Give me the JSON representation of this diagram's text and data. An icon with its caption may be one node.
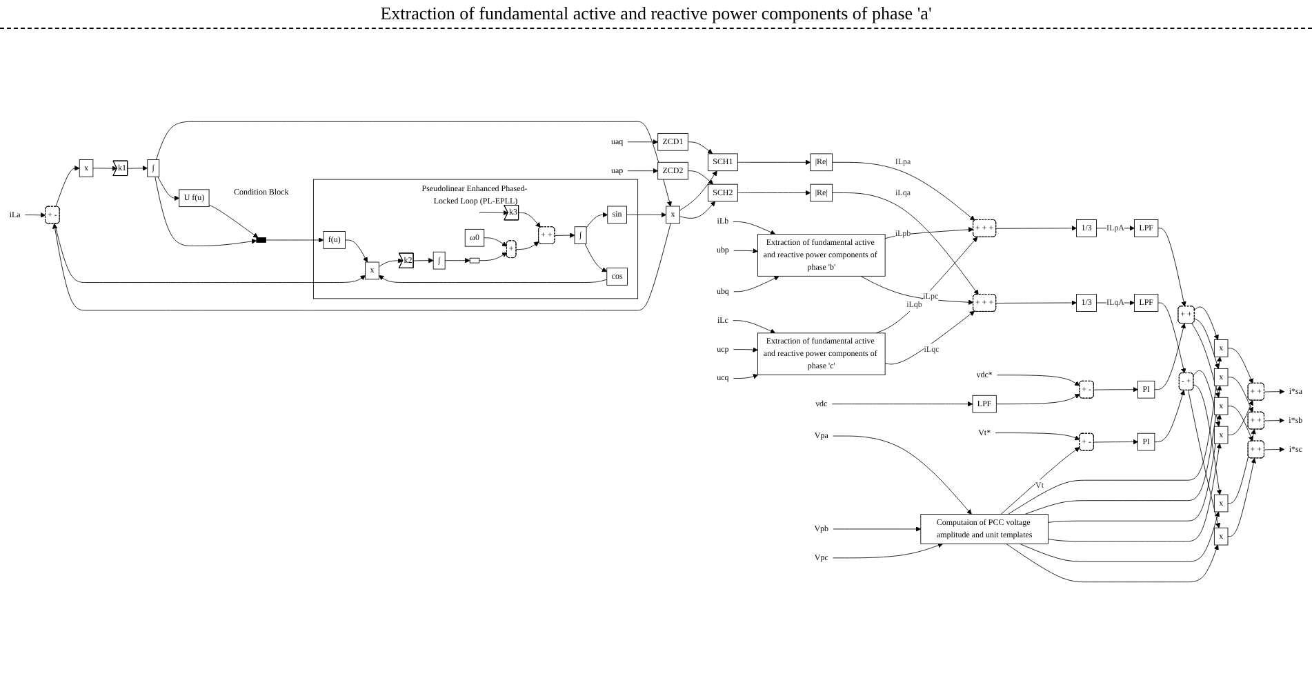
{
  "diagram": {
    "nodes": [
      {
        "text": [
          "iLa"
        ]
      },
      {
        "text": [
          "+",
          "-"
        ]
      },
      {
        "text": [
          "x"
        ]
      },
      {
        "text": [
          "k1"
        ]
      },
      {
        "text": [
          "∫"
        ]
      },
      {
        "text": [
          "x"
        ]
      },
      {
        "text": [
          "U f(u)"
        ],
        "beside": [
          "Condition Block"
        ]
      },
      {
        "text": [],
        "shape": "bar"
      },
      {
        "text": [
          "Pseudolinear Enhanced Phased- Locked Loop (PL-EPLL)"
        ]
      },
      {
        "text": [
          "ω0"
        ],
        "in": 8
      },
      {
        "text": [
          "+"
        ],
        "in": 8
      },
      {
        "text": [
          "+",
          "+"
        ],
        "in": 8
      },
      {
        "text": [
          "f(u)"
        ],
        "in": 8
      },
      {
        "text": [
          "x"
        ],
        "in": 8
      },
      {
        "text": [
          "k2"
        ],
        "in": 8
      },
      {
        "text": [
          "∫"
        ],
        "in": 8
      },
      {
        "text": [],
        "shape": "box",
        "in": 8
      },
      {
        "text": [
          "k3"
        ],
        "in": 8
      },
      {
        "text": [
          "∫"
        ],
        "in": 8
      },
      {
        "text": [
          "sin"
        ],
        "in": 8
      },
      {
        "text": [
          "cos"
        ],
        "in": 8
      },
      {
        "text": [
          "uaq"
        ]
      },
      {
        "text": [
          "ZCD1"
        ]
      },
      {
        "text": [
          "uap"
        ]
      },
      {
        "text": [
          "ZCD2"
        ]
      },
      {
        "text": [
          "SCH1"
        ]
      },
      {
        "text": [
          "|Re|"
        ]
      },
      {
        "text": [
          "SCH2"
        ]
      },
      {
        "text": [
          "|Re|"
        ]
      },
      {
        "text": [
          "iLb"
        ]
      },
      {
        "text": [
          "ubp"
        ]
      },
      {
        "text": [
          "ubq"
        ]
      },
      {
        "text": [
          "Extraction of fundamental active and reactive power components of phase 'b'"
        ]
      },
      {
        "text": [
          "iLc"
        ]
      },
      {
        "text": [
          "ucp"
        ]
      },
      {
        "text": [
          "ucq"
        ]
      },
      {
        "text": [
          "Extraction of fundamental active and reactive power components of phase 'c'"
        ]
      },
      {
        "text": [
          "+",
          "+",
          "+"
        ]
      },
      {
        "text": [
          "+",
          "+",
          "+"
        ]
      },
      {
        "text": [
          "1/3"
        ]
      },
      {
        "text": [
          "LPF"
        ]
      },
      {
        "text": [
          "vdc*"
        ]
      },
      {
        "text": [
          "+",
          "-"
        ]
      },
      {
        "text": [
          "vdc"
        ]
      },
      {
        "text": [
          "LPF"
        ]
      },
      {
        "text": [
          "PI"
        ]
      },
      {
        "text": [
          "+",
          "+"
        ]
      },
      {
        "text": [
          "1/3"
        ]
      },
      {
        "text": [
          "LPF"
        ]
      },
      {
        "text": [
          "Vt*"
        ]
      },
      {
        "text": [
          "+",
          "-"
        ]
      },
      {
        "text": [
          "PI"
        ]
      },
      {
        "text": [
          "-",
          "+"
        ]
      },
      {
        "text": [
          "Vpa"
        ]
      },
      {
        "text": [
          "Vpb"
        ]
      },
      {
        "text": [
          "Vpc"
        ]
      },
      {
        "text": [
          "Computaion of PCC voltage amplitude and unit templates"
        ]
      },
      {
        "text": [
          "x"
        ]
      },
      {
        "text": [
          "x"
        ]
      },
      {
        "text": [
          "x"
        ]
      },
      {
        "text": [
          "x"
        ]
      },
      {
        "text": [
          "x"
        ]
      },
      {
        "text": [
          "x"
        ]
      },
      {
        "text": [
          "+",
          "+"
        ]
      },
      {
        "text": [
          "+",
          "+"
        ]
      },
      {
        "text": [
          "+",
          "+"
        ]
      },
      {
        "text": [
          "i*sa"
        ]
      },
      {
        "text": [
          "i*sb"
        ]
      },
      {
        "text": [
          "i*sc"
        ]
      }
    ],
    "edges": [
      {
        "from": 0,
        "to": 1,
        "arrow": "to"
      },
      {
        "from": 1,
        "to": 2,
        "arrow": "to"
      },
      {
        "from": 2,
        "to": 3,
        "arrow": "to"
      },
      {
        "from": 3,
        "to": 4,
        "arrow": "to"
      },
      {
        "from": 4,
        "to": 5,
        "arrow": "to"
      },
      {
        "from": 19,
        "to": 5,
        "arrow": "to"
      },
      {
        "from": 5,
        "to": 1,
        "arrow": "to"
      },
      {
        "from": 4,
        "to": 6,
        "arrow": "to"
      },
      {
        "from": 4,
        "to": 7,
        "arrow": "to"
      },
      {
        "from": 6,
        "to": 7,
        "arrow": "to"
      },
      {
        "from": 7,
        "to": 12,
        "arrow": "to"
      },
      {
        "from": 12,
        "to": 13,
        "arrow": "to"
      },
      {
        "from": 1,
        "to": 13,
        "arrow": "to"
      },
      {
        "from": 20,
        "to": 13,
        "arrow": "to"
      },
      {
        "from": 13,
        "to": 14,
        "arrow": "to"
      },
      {
        "from": 14,
        "to": 15,
        "arrow": "to"
      },
      {
        "from": 15,
        "to": 16,
        "arrow": "to"
      },
      {
        "from": 16,
        "to": 10,
        "arrow": "to"
      },
      {
        "from": 9,
        "to": 10,
        "arrow": "to"
      },
      {
        "from": 10,
        "to": 11,
        "arrow": "to"
      },
      {
        "from": null,
        "to": 17,
        "arrow": "to"
      },
      {
        "from": 17,
        "to": 11,
        "arrow": "to"
      },
      {
        "from": 11,
        "to": 18,
        "arrow": "to"
      },
      {
        "from": 18,
        "to": 19,
        "arrow": "to"
      },
      {
        "from": 18,
        "to": 20,
        "arrow": "to"
      },
      {
        "from": 21,
        "to": 22,
        "arrow": "to"
      },
      {
        "from": 23,
        "to": 24,
        "arrow": "to"
      },
      {
        "from": 5,
        "to": 25,
        "arrow": "to"
      },
      {
        "from": 22,
        "to": 25,
        "arrow": "to"
      },
      {
        "from": 5,
        "to": 27,
        "arrow": "to"
      },
      {
        "from": 24,
        "to": 27,
        "arrow": "to"
      },
      {
        "from": 25,
        "to": 26,
        "arrow": "to"
      },
      {
        "from": 27,
        "to": 28,
        "arrow": "to"
      },
      {
        "from": 26,
        "to": 37,
        "arrow": "to",
        "label": "ILpa"
      },
      {
        "from": 28,
        "to": 38,
        "arrow": "to",
        "label": "iLqa"
      },
      {
        "from": 29,
        "to": 32,
        "arrow": "to"
      },
      {
        "from": 30,
        "to": 32,
        "arrow": "to"
      },
      {
        "from": 31,
        "to": 32,
        "arrow": "to"
      },
      {
        "from": 33,
        "to": 36,
        "arrow": "to"
      },
      {
        "from": 34,
        "to": 36,
        "arrow": "to"
      },
      {
        "from": 35,
        "to": 36,
        "arrow": "to"
      },
      {
        "from": 32,
        "to": 37,
        "arrow": "to",
        "label": "iLpb"
      },
      {
        "from": 32,
        "to": 38,
        "arrow": "to",
        "label": "iLqb"
      },
      {
        "from": 36,
        "to": 37,
        "arrow": "to",
        "label": "iLpc"
      },
      {
        "from": 36,
        "to": 38,
        "arrow": "to",
        "label": "iLqc"
      },
      {
        "from": 37,
        "to": 39,
        "arrow": "to"
      },
      {
        "from": 39,
        "to": 40,
        "arrow": "to",
        "label": "ILpA"
      },
      {
        "from": 40,
        "to": 46,
        "arrow": "to"
      },
      {
        "from": 41,
        "to": 42,
        "arrow": "to"
      },
      {
        "from": 43,
        "to": 44,
        "arrow": "to"
      },
      {
        "from": 44,
        "to": 42,
        "arrow": "to"
      },
      {
        "from": 42,
        "to": 45,
        "arrow": "to"
      },
      {
        "from": 45,
        "to": 46,
        "arrow": "to"
      },
      {
        "from": 38,
        "to": 47,
        "arrow": "to"
      },
      {
        "from": 47,
        "to": 48,
        "arrow": "to",
        "label": "ILqA"
      },
      {
        "from": 48,
        "to": 52,
        "arrow": "to"
      },
      {
        "from": 49,
        "to": 50,
        "arrow": "to"
      },
      {
        "from": 56,
        "to": 50,
        "arrow": "to",
        "label": "Vt"
      },
      {
        "from": 50,
        "to": 51,
        "arrow": "to"
      },
      {
        "from": 51,
        "to": 52,
        "arrow": "to"
      },
      {
        "from": 53,
        "to": 56,
        "arrow": "to"
      },
      {
        "from": 54,
        "to": 56,
        "arrow": "to"
      },
      {
        "from": 55,
        "to": 56,
        "arrow": "to"
      },
      {
        "from": 46,
        "to": 57,
        "arrow": "to"
      },
      {
        "from": 46,
        "to": 58,
        "arrow": "to"
      },
      {
        "from": 46,
        "to": 59,
        "arrow": "to"
      },
      {
        "from": 52,
        "to": 60,
        "arrow": "to"
      },
      {
        "from": 52,
        "to": 61,
        "arrow": "to"
      },
      {
        "from": 52,
        "to": 62,
        "arrow": "to"
      },
      {
        "from": 56,
        "to": 57,
        "arrow": "to"
      },
      {
        "from": 56,
        "to": 58,
        "arrow": "to"
      },
      {
        "from": 56,
        "to": 59,
        "arrow": "to"
      },
      {
        "from": 56,
        "to": 60,
        "arrow": "to"
      },
      {
        "from": 56,
        "to": 61,
        "arrow": "to"
      },
      {
        "from": 56,
        "to": 62,
        "arrow": "to"
      },
      {
        "from": 57,
        "to": 63,
        "arrow": "to"
      },
      {
        "from": 60,
        "to": 63,
        "arrow": "to"
      },
      {
        "from": 58,
        "to": 64,
        "arrow": "to"
      },
      {
        "from": 61,
        "to": 64,
        "arrow": "to"
      },
      {
        "from": 59,
        "to": 65,
        "arrow": "to"
      },
      {
        "from": 62,
        "to": 65,
        "arrow": "to"
      },
      {
        "from": 63,
        "to": 66,
        "arrow": "to"
      },
      {
        "from": 64,
        "to": 67,
        "arrow": "to"
      },
      {
        "from": 65,
        "to": 68,
        "arrow": "to"
      }
    ],
    "labels": [
      "Extraction of fundamental active and reactive power components of phase 'a'"
    ]
  }
}
